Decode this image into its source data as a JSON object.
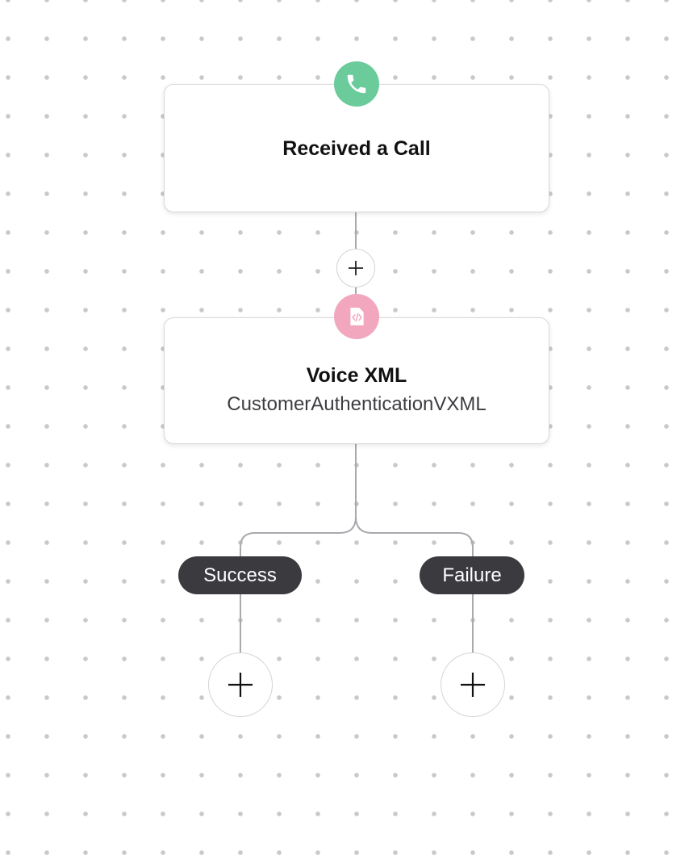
{
  "flow": {
    "trigger": {
      "title": "Received a Call",
      "icon": "phone-icon",
      "badge_color": "#6ccb9b"
    },
    "step": {
      "title": "Voice XML",
      "subtitle": "CustomerAuthenticationVXML",
      "icon": "code-file-icon",
      "badge_color": "#f2a7bf"
    },
    "branches": [
      {
        "label": "Success"
      },
      {
        "label": "Failure"
      }
    ],
    "add_icon": "plus-icon"
  },
  "colors": {
    "connector": "#a9a9ae",
    "pill_background": "#3a3a3f",
    "canvas_dot": "#c9c9cc"
  }
}
